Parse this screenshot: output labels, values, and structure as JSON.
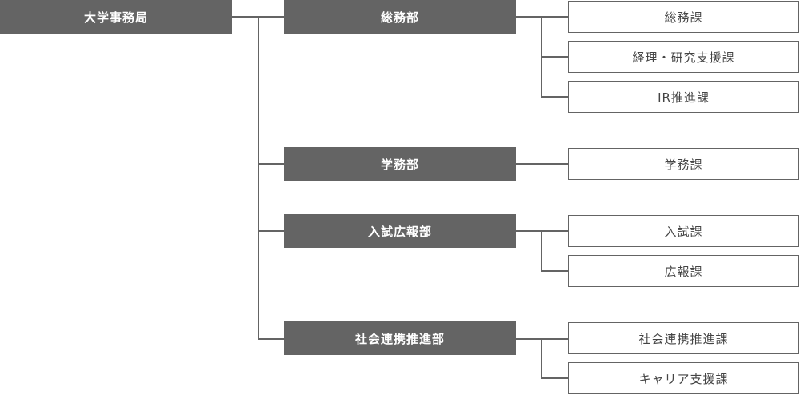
{
  "root": {
    "label": "大学事務局"
  },
  "departments": [
    {
      "label": "総務部",
      "sections": [
        "総務課",
        "経理・研究支援課",
        "IR推進課"
      ]
    },
    {
      "label": "学務部",
      "sections": [
        "学務課"
      ]
    },
    {
      "label": "入試広報部",
      "sections": [
        "入試課",
        "広報課"
      ]
    },
    {
      "label": "社会連携推進部",
      "sections": [
        "社会連携推進課",
        "キャリア支援課"
      ]
    }
  ],
  "colors": {
    "box_fill": "#646464",
    "line": "#646464",
    "section_text": "#444444",
    "dept_text": "#ffffff"
  }
}
